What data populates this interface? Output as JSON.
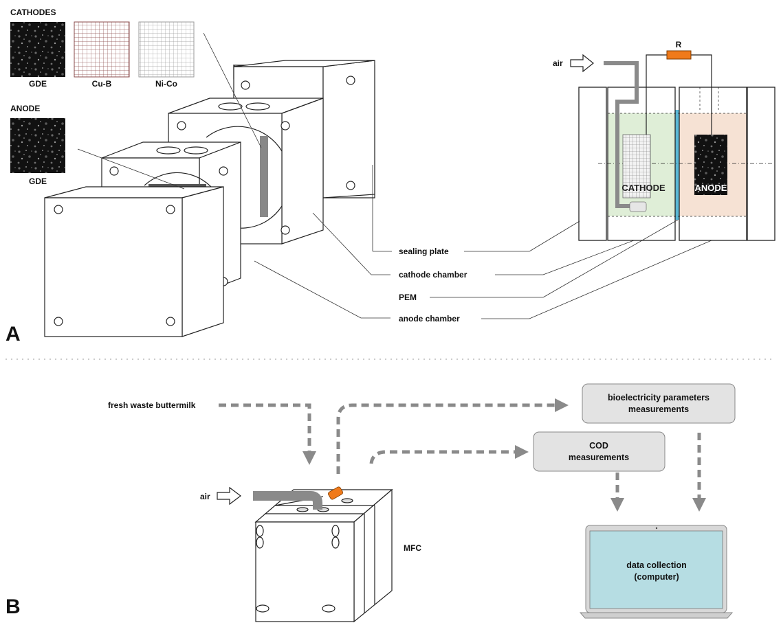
{
  "panel_a": {
    "label": "A",
    "cathodes_heading": "CATHODES",
    "cathode_samples": [
      "GDE",
      "Cu-B",
      "Ni-Co"
    ],
    "anode_heading": "ANODE",
    "anode_sample": "GDE",
    "callouts": {
      "sealing_plate": "sealing plate",
      "cathode_chamber": "cathode chamber",
      "pem": "PEM",
      "anode_chamber": "anode chamber"
    },
    "schematic": {
      "air": "air",
      "resistor": "R",
      "cathode": "CATHODE",
      "anode": "ANODE"
    }
  },
  "panel_b": {
    "label": "B",
    "feed": "fresh waste buttermilk",
    "air": "air",
    "mfc": "MFC",
    "bioelectricity_line1": "bioelectricity parameters",
    "bioelectricity_line2": "measurements",
    "cod_line1": "COD",
    "cod_line2": "measurements",
    "computer_line1": "data collection",
    "computer_line2": "(computer)"
  },
  "colors": {
    "resistor": "#f07a1a",
    "pem": "#5bb8d6",
    "cathode_fill": "#dfeed7",
    "anode_fill": "#f6e2d4",
    "arrow_gray": "#8a8a8a",
    "screen": "#b6dde3",
    "box_fill": "#e3e3e3"
  }
}
